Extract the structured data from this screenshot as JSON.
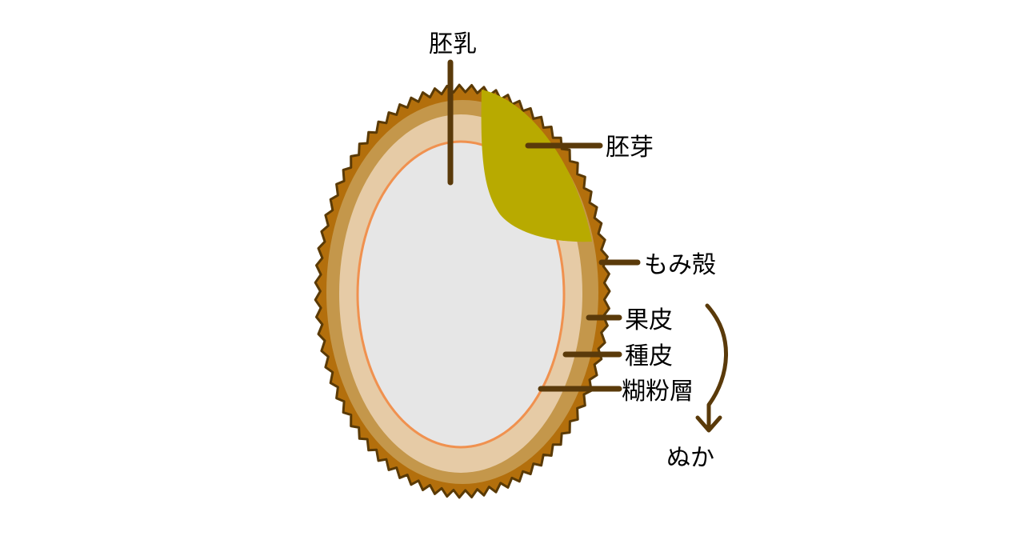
{
  "diagram": {
    "colors": {
      "husk": "#b36f0c",
      "husk_outline": "#5a3a06",
      "pericarp": "#c4974b",
      "seed_coat": "#e6cba6",
      "aleurone_line": "#f0914f",
      "endosperm": "#e6e6e6",
      "embryo": "#b8aa00",
      "leader_line": "#5a3a0a",
      "text": "#000000"
    },
    "labels": {
      "endosperm": "胚乳",
      "embryo": "胚芽",
      "husk": "もみ殻",
      "pericarp": "果皮",
      "seed_coat": "種皮",
      "aleurone": "糊粉層",
      "bran": "ぬか"
    }
  }
}
